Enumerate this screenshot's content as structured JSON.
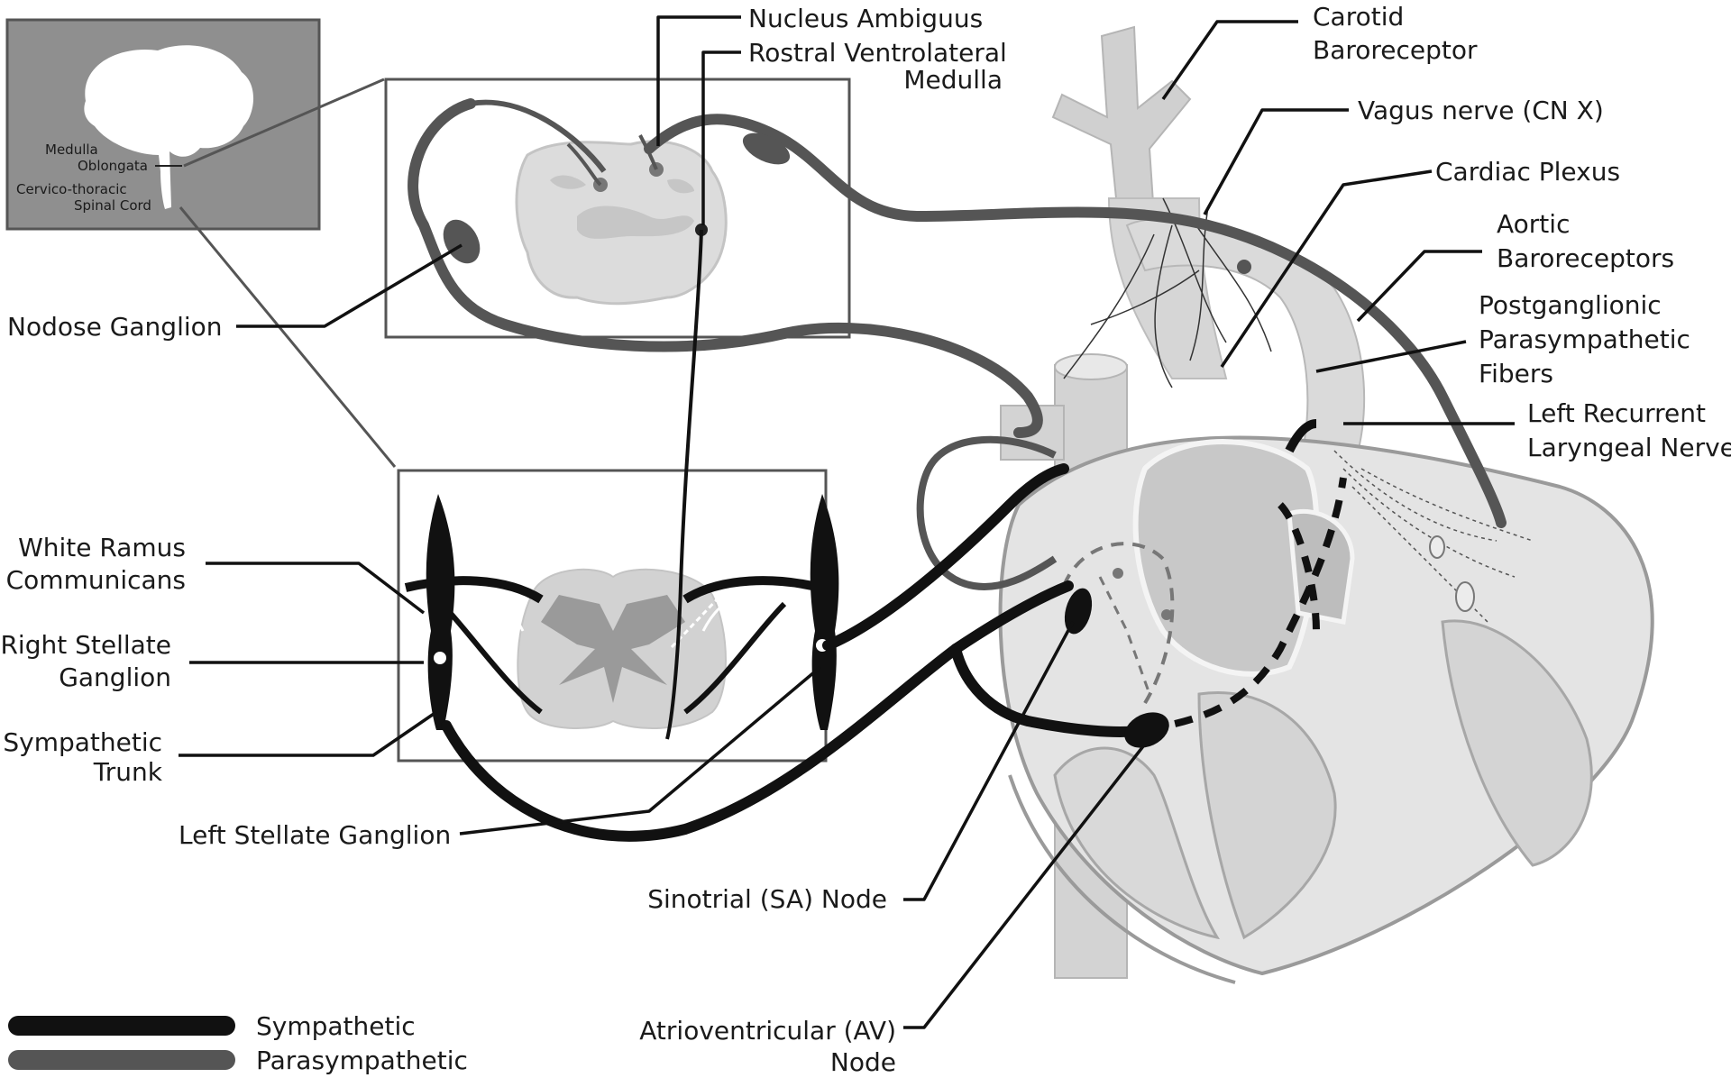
{
  "brain_inset": {
    "medulla_line1": "Medulla",
    "medulla_line2": "Oblongata",
    "cord_line1": "Cervico-thoracic",
    "cord_line2": "Spinal Cord"
  },
  "labels": {
    "nucleus_ambiguus": "Nucleus Ambiguus",
    "rvlm_line1": "Rostral Ventrolateral",
    "rvlm_line2": "Medulla",
    "carotid_line1": "Carotid",
    "carotid_line2": "Baroreceptor",
    "vagus": "Vagus nerve (CN X)",
    "cardiac_plexus": "Cardiac Plexus",
    "aortic_line1": "Aortic",
    "aortic_line2": "Baroreceptors",
    "postgang_line1": "Postganglionic",
    "postgang_line2": "Parasympathetic",
    "postgang_line3": "Fibers",
    "lrln_line1": "Left Recurrent",
    "lrln_line2": "Laryngeal Nerve",
    "nodose": "Nodose Ganglion",
    "white_ramus_line1": "White Ramus",
    "white_ramus_line2": "Communicans",
    "right_stellate_line1": "Right Stellate",
    "right_stellate_line2": "Ganglion",
    "symp_trunk_line1": "Sympathetic",
    "symp_trunk_line2": "Trunk",
    "left_stellate": "Left Stellate Ganglion",
    "sa_node": "Sinotrial (SA) Node",
    "av_line1": "Atrioventricular (AV)",
    "av_line2": "Node"
  },
  "legend": {
    "sympathetic": {
      "label": "Sympathetic",
      "color": "#111111"
    },
    "parasympathetic": {
      "label": "Parasympathetic",
      "color": "#555555"
    }
  },
  "colors": {
    "sympathetic": "#111111",
    "parasympathetic": "#555555",
    "tissue": "#d9d9d9",
    "vessel": "#cfcfcf"
  }
}
